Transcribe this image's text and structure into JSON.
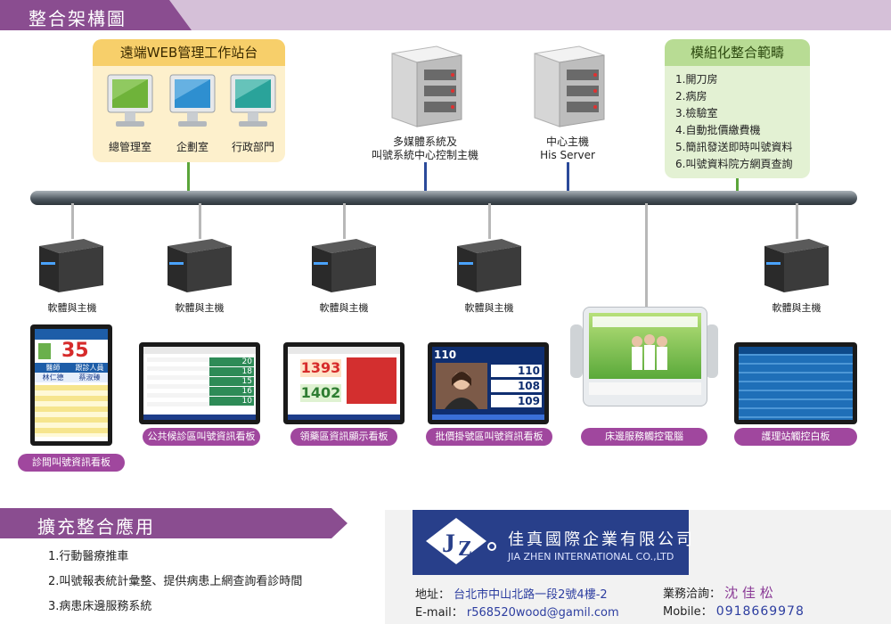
{
  "header": {
    "title": "整合架構圖"
  },
  "web_station": {
    "title": "遠端WEB管理工作站台",
    "workstations": [
      "總管理室",
      "企劃室",
      "行政部門"
    ]
  },
  "servers": {
    "multimedia": [
      "多媒體系統及",
      "叫號系統中心控制主機"
    ],
    "central": [
      "中心主機",
      "His Server"
    ]
  },
  "modular": {
    "title": "模組化整合範疇",
    "items": [
      "1.開刀房",
      "2.病房",
      "3.檢驗室",
      "4.自動批價繳費機",
      "5.簡訊發送即時叫號資料",
      "6.叫號資料院方網頁查詢"
    ]
  },
  "hosts": {
    "label": "軟體與主機",
    "count_label": "軟體與主機"
  },
  "terminals": [
    {
      "label": "診間叫號資訊看板"
    },
    {
      "label": "公共候診區叫號資訊看板"
    },
    {
      "label": "領藥區資訊顯示看板"
    },
    {
      "label": "批價掛號區叫號資訊看板"
    },
    {
      "label": "床邊服務觸控電腦"
    },
    {
      "label": "護理站觸控白板"
    }
  ],
  "screen_content": {
    "clinic": {
      "number": "35",
      "headers": [
        "醫師",
        "跟診人員"
      ],
      "names": [
        "林仁德",
        "蔡淑臻"
      ]
    },
    "pharmacy": {
      "numbers": [
        "1393",
        "1402"
      ]
    },
    "billing": {
      "numbers": [
        "110",
        "108",
        "109"
      ]
    },
    "waiting": {
      "numbers": [
        "20",
        "18",
        "15",
        "16",
        "10"
      ]
    }
  },
  "extension": {
    "title": "擴充整合應用",
    "items": [
      "1.行動醫療推車",
      "2.叫號報表統計彙整、提供病患上網查詢看診時間",
      "3.病患床邊服務系統"
    ]
  },
  "company": {
    "name": "佳真國際企業有限公司",
    "name_en": "JIA ZHEN  INTERNATIONAL CO.,LTD",
    "address_label": "地址：",
    "address": "台北市中山北路一段2號4樓-2",
    "email_label": "E-mail：",
    "email": "r568520wood@gamil.com",
    "sales_label": "業務洽詢：",
    "sales_name": "沈 佳 松",
    "mobile_label": "Mobile：",
    "mobile": "0918669978"
  },
  "colors": {
    "purple": "#8a4d90",
    "pill": "#a0479e",
    "green_line": "#5ba53a",
    "blue_line": "#2b4a9a",
    "navy": "#283f8a"
  }
}
